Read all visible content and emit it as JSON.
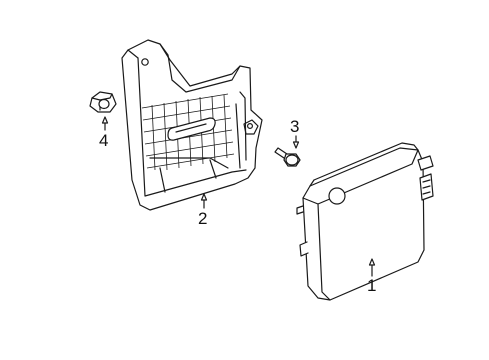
{
  "callouts": [
    {
      "id": "1",
      "text": "1"
    },
    {
      "id": "2",
      "text": "2"
    },
    {
      "id": "3",
      "text": "3"
    },
    {
      "id": "4",
      "text": "4"
    }
  ],
  "colors": {
    "line": "#1a1a1a",
    "background": "#ffffff"
  }
}
